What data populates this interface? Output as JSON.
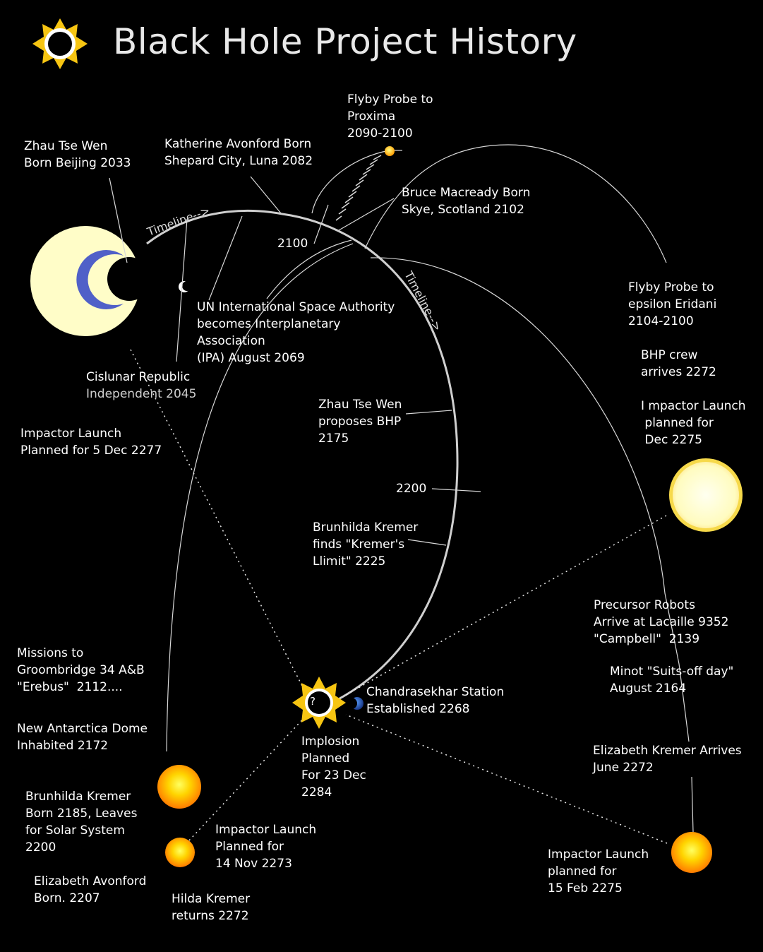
{
  "title": "Black Hole Project History",
  "colors": {
    "background": "#000000",
    "sun_yellow": "#f7c512",
    "pale_star": "#fffdc8",
    "orange_star": "#ff9a00",
    "line": "#d8d8d8"
  },
  "icons": {
    "title_logo": "black-hole-sunburst-icon",
    "center": "black-hole-sunburst-icon"
  },
  "timeline_labels": {
    "upper": "Timeline-->",
    "right": "Timeline-->"
  },
  "ticks": {
    "t2100": "2100",
    "t2200": "2200"
  },
  "center_question": "?",
  "events": {
    "zhau_born": "Zhau Tse Wen\nBorn Beijing 2033",
    "katherine_born": "Katherine Avonford Born\nShepard City, Luna 2082",
    "flyby_proxima": "Flyby Probe to\nProxima\n2090-2100",
    "bruce_born": "Bruce Macready Born\nSkye, Scotland 2102",
    "flyby_eridani": "Flyby Probe to\nepsilon Eridani\n2104-2100",
    "un_space": "UN International Space Authority\nbecomes Interplanetary\nAssociation\n(IPA) August 2069",
    "cislunar_1": "Cislunar Republic",
    "cislunar_2": "Independent 2045",
    "bhp_crew": "BHP crew\narrives 2272",
    "impactor_dec2275": "I mpactor Launch\n planned for\n Dec 2275",
    "zhau_proposes": "Zhau Tse Wen\nproposes BHP\n2175",
    "impactor_5dec": "Impactor Launch\nPlanned for 5 Dec 2277",
    "brunhilda_limit": "Brunhilda Kremer\nfinds \"Kremer's\nLlimit\" 2225",
    "precursor": "Precursor Robots\nArrive at Lacaille 9352\n\"Campbell\"  2139",
    "missions_groombridge": "Missions to\nGroombridge 34 A&B\n\"Erebus\"  2112....",
    "minot": "Minot \"Suits-off day\"\nAugust 2164",
    "chandrasekhar": "Chandrasekhar Station\nEstablished 2268",
    "new_antarctica": "New Antarctica Dome\nInhabited 2172",
    "implosion": "Implosion\nPlanned\nFor 23 Dec\n2284",
    "elizabeth_arrives": "Elizabeth Kremer Arrives\nJune 2272",
    "brunhilda_born": "Brunhilda Kremer\nBorn 2185, Leaves\nfor Solar System\n2200",
    "impactor_14nov": "Impactor Launch\nPlanned for\n14 Nov 2273",
    "impactor_15feb": "Impactor Launch\nplanned for\n15 Feb 2275",
    "elizabeth_born": "Elizabeth Avonford\nBorn. 2207",
    "hilda_returns": "Hilda Kremer\nreturns 2272"
  }
}
